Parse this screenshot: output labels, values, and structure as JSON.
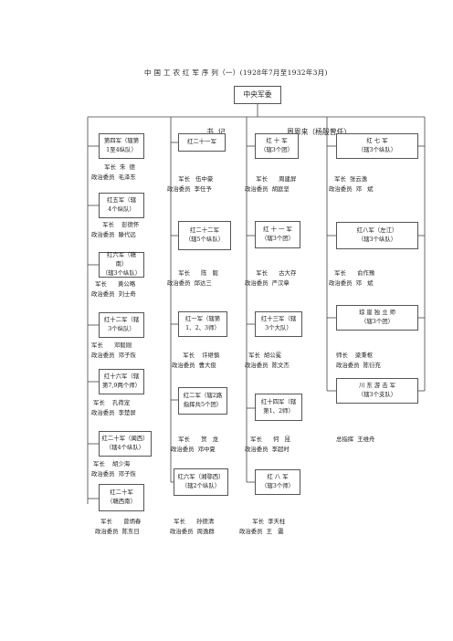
{
  "title": "中 国 工 农 红 军 序 列（一）(1928年7月至1932年3月)",
  "top": {
    "box": "中央军委",
    "secretary_label": "书  记",
    "secretary_value": "周恩来（杨殷曾任）"
  },
  "col1": [
    {
      "box": "第四军（辖第\n1至4纵队）",
      "cap": "       军长  朱  德\n政治委员  毛泽东"
    },
    {
      "box": "红五军（辖\n4个纵队）",
      "cap": "      军长    彭德怀\n政治委员  滕代远"
    },
    {
      "box": "红六军（赣南）\n（辖3个纵队）",
      "cap": "  军长      黄公略\n政治委员  刘士奇"
    },
    {
      "box": "红十二军（辖\n3个纵队）",
      "cap": "军长      邓毅刚\n政治委员  邓子恢"
    },
    {
      "box": "红十六军（辖\n第7,9两个师）",
      "cap": " 军长    孔荷宠\n政治委员  李楚屏"
    },
    {
      "box": "红二十军（闽西）\n（辖4个纵队）",
      "cap": " 军长    胡少海\n政治委员  邓子恢"
    },
    {
      "box": "红二十军\n（赣西南）",
      "cap": "   军长      曾炳春\n政治委员  陈东日"
    }
  ],
  "col2": [
    {
      "box": "红二十一军",
      "cap": "      军长   伍中豪\n政治委员  李任予"
    },
    {
      "box": "红二十二军\n（辖5个纵队）",
      "cap": "      军长      陈   毅\n政治委员  邱达三"
    },
    {
      "box": "红一军（辖第\n1、2、3师）",
      "cap": "      军长    许继慎\n政治委员  曹大俊"
    },
    {
      "box": "红二军（辖2路\n指挥共5个团）",
      "cap": "    军长      贺   龙\n政治委员  邓中夏"
    },
    {
      "box": "红六军（湘鄂西）\n（辖2个纵队）",
      "cap": "  军长      孙德清\n政治委员  周逸群"
    }
  ],
  "col3": [
    {
      "box": "红  十  军\n（辖3个团）",
      "cap": "      军长      周建屏\n政治委员  胡庭坚"
    },
    {
      "box": "红  十  一  军\n（辖3个团）",
      "cap": "      军长      古大存\n政治委员  严汉章"
    },
    {
      "box": "红十三军（辖\n3个大队）",
      "cap": "  军长  胡公冕\n政治委员  陈文杰"
    },
    {
      "box": "红十四军（辖\n第1、2师）",
      "cap": "   军长      何   昆\n政治委员  李超时"
    },
    {
      "box": "红  八  军\n（辖3个师）",
      "cap": "       军长  李天柱\n政治委员  王   震"
    }
  ],
  "col4": [
    {
      "box": "红  七  军\n（辖3个纵队）",
      "cap": "   军长  张云逸\n政治委员  邓   斌"
    },
    {
      "box": "红八军（左江）\n（辖3个纵队）",
      "cap": "   军长      俞作豫\n政治委员  邓   斌"
    },
    {
      "box": "琼  崖  独  立  师\n（辖3个团）",
      "cap": "师长    梁秉枢\n政治委员  陈衍充"
    },
    {
      "box": "川  东  游  击  军\n（辖3个支队）",
      "cap": "总指挥  王维舟"
    }
  ]
}
